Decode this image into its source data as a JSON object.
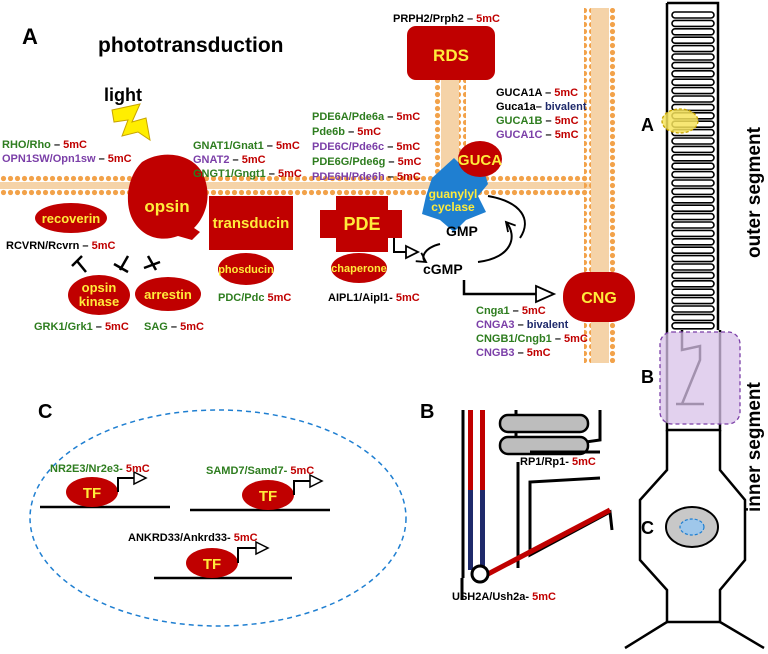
{
  "panel_labels": {
    "main": "A",
    "inset_b": "B",
    "inset_c": "C"
  },
  "title": "phototransduction",
  "light_label": "light",
  "colors": {
    "protein_red": "#c00000",
    "label_yellow": "#ffeb3b",
    "green_gene": "#2e7d1f",
    "purple_gene": "#7b3fa8",
    "black_gene": "#000000",
    "methyl_red": "#c00000",
    "bivalent_navy": "#1f2a6b",
    "membrane_orange": "#f2a24a",
    "cyclase_blue": "#1f7fd1",
    "highlight_violet": "#d8c2e8"
  },
  "proteins": {
    "rds": "RDS",
    "opsin": "opsin",
    "transducin": "transducin",
    "pde": "PDE",
    "guca": "GUCA",
    "guanylyl": "guanylyl",
    "cyclase": "cyclase",
    "recoverin": "recoverin",
    "opsin_kinase_1": "opsin",
    "opsin_kinase_2": "kinase",
    "arrestin": "arrestin",
    "phosducin": "phosducin",
    "chaperone": "chaperone",
    "cng": "CNG",
    "tf": "TF"
  },
  "second_messengers": {
    "gmp": "GMP",
    "cgmp": "cGMP"
  },
  "genes": {
    "prph2": {
      "name": "PRPH2/Prph2",
      "mark": "5mC",
      "color": "black"
    },
    "rho": {
      "name": "RHO/Rho",
      "mark": "5mC",
      "color": "green"
    },
    "opn1sw": {
      "name": "OPN1SW/Opn1sw",
      "mark": "5mC",
      "color": "purple"
    },
    "gnat1": {
      "name": "GNAT1/Gnat1",
      "mark": "5mC",
      "color": "green"
    },
    "gnat2": {
      "name": "GNAT2",
      "mark": "5mC",
      "color": "purple"
    },
    "gngt1": {
      "name": "GNGT1/Gngt1",
      "mark": "5mC",
      "color": "green"
    },
    "pde6a": {
      "name": "PDE6A/Pde6a",
      "mark": "5mC",
      "color": "green"
    },
    "pde6b": {
      "name": "Pde6b",
      "mark": "5mC",
      "color": "green"
    },
    "pde6c": {
      "name": "PDE6C/Pde6c",
      "mark": "5mC",
      "color": "purple"
    },
    "pde6g": {
      "name": "PDE6G/Pde6g",
      "mark": "5mC",
      "color": "green"
    },
    "pde6h": {
      "name": "PDE6H/Pde6h",
      "mark": "5mC",
      "color": "purple"
    },
    "guca1a": {
      "name": "GUCA1A",
      "mark": "5mC",
      "color": "black"
    },
    "guca1a_mouse": {
      "name": "Guca1a",
      "mark": "bivalent",
      "color": "black"
    },
    "guca1b": {
      "name": "GUCA1B",
      "mark": "5mC",
      "color": "green"
    },
    "guca1c": {
      "name": "GUCA1C",
      "mark": "5mC",
      "color": "purple"
    },
    "rcvrn": {
      "name": "RCVRN/Rcvrn",
      "mark": "5mC",
      "color": "black"
    },
    "pdc": {
      "name": "PDC/Pdc",
      "mark": "5mC",
      "color": "green"
    },
    "aipl1": {
      "name": "AIPL1/Aipl1-",
      "mark": "5mC",
      "color": "black"
    },
    "grk1": {
      "name": "GRK1/Grk1",
      "mark": "5mC",
      "color": "green"
    },
    "sag": {
      "name": "SAG",
      "mark": "5mC",
      "color": "green"
    },
    "cnga1": {
      "name": "Cnga1",
      "mark": "5mC",
      "color": "green"
    },
    "cnga3": {
      "name": "CNGA3",
      "mark": "bivalent",
      "color": "purple"
    },
    "cngb1": {
      "name": "CNGB1/Cngb1",
      "mark": "5mC",
      "color": "green"
    },
    "cngb3": {
      "name": "CNGB3",
      "mark": "5mC",
      "color": "purple"
    },
    "rp1": {
      "name": "RP1/Rp1-",
      "mark": "5mC",
      "color": "black"
    },
    "ush2a": {
      "name": "USH2A/Ush2a-",
      "mark": "5mC",
      "color": "black"
    },
    "nr2e3": {
      "name": "NR2E3/Nr2e3-",
      "mark": "5mC",
      "color": "green"
    },
    "samd7": {
      "name": "SAMD7/Samd7-",
      "mark": "5mC",
      "color": "green"
    },
    "ankrd33": {
      "name": "ANKRD33/Ankrd33-",
      "mark": "5mC",
      "color": "black"
    }
  },
  "cell_labels": {
    "outer": "outer segment",
    "inner": "inner segment"
  }
}
